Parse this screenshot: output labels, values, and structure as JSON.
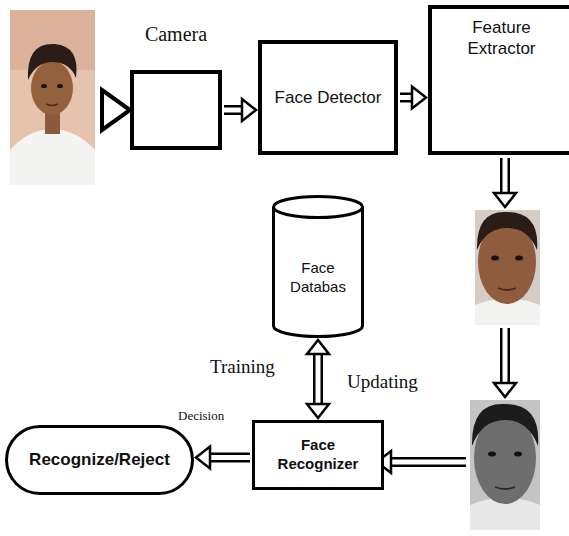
{
  "diagram": {
    "nodes": [
      {
        "text": [
          "Camera"
        ]
      },
      {
        "text": [
          "Face Detector"
        ]
      },
      {
        "text": [
          "Feature Extractor"
        ]
      },
      {
        "text": [
          "Face Databas"
        ]
      },
      {
        "text": [
          "Face Recognizer"
        ]
      },
      {
        "text": [
          "Recognize/Reject"
        ]
      }
    ],
    "edges": [
      {
        "from": 0,
        "to": 1,
        "arrow": "to"
      },
      {
        "from": 1,
        "to": 2,
        "arrow": "to"
      },
      {
        "from": 3,
        "to": 4,
        "arrow": "both"
      },
      {
        "from": 4,
        "to": 5,
        "arrow": "to"
      }
    ],
    "labels": [
      "Training",
      "Updating",
      "Decision"
    ]
  }
}
